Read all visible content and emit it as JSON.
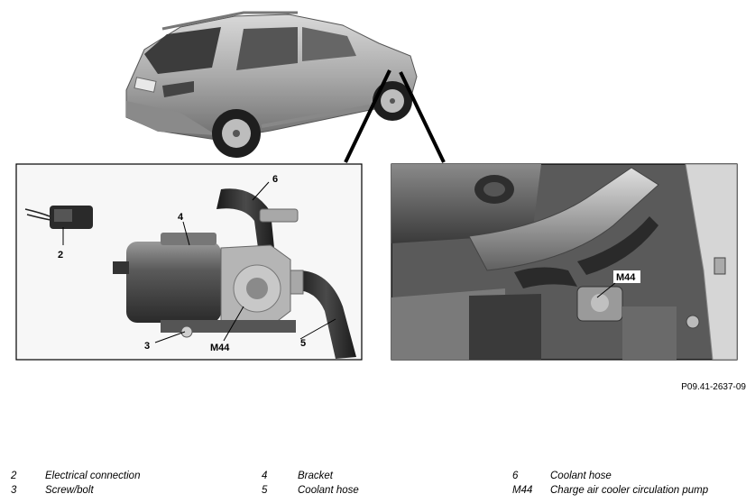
{
  "figure": {
    "code": "P09.41-2637-09",
    "callouts": {
      "c2": "2",
      "c3": "3",
      "c4": "4",
      "c5": "5",
      "c6": "6",
      "m44_left": "M44",
      "m44_right": "M44"
    }
  },
  "legend": [
    {
      "num": "2",
      "text": "Electrical connection"
    },
    {
      "num": "3",
      "text": "Screw/bolt"
    },
    {
      "num": "4",
      "text": "Bracket"
    },
    {
      "num": "5",
      "text": "Coolant hose"
    },
    {
      "num": "6",
      "text": "Coolant hose"
    },
    {
      "num": "M44",
      "text": "Charge air cooler circulation pump"
    }
  ]
}
